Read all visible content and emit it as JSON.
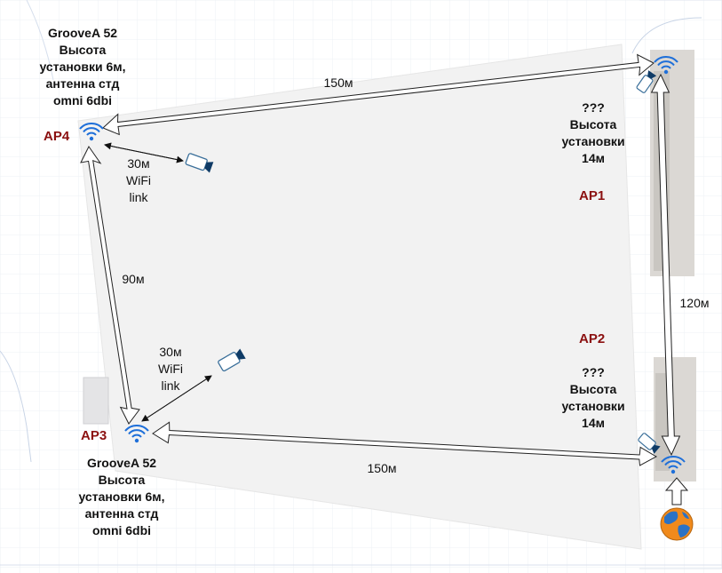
{
  "labels": {
    "ap1": "AP1",
    "ap2": "AP2",
    "ap3": "AP3",
    "ap4": "AP4",
    "ap4_spec_l1": "GrooveA 52",
    "ap4_spec_l2": "Высота",
    "ap4_spec_l3": "установки 6м,",
    "ap4_spec_l4": "антенна стд",
    "ap4_spec_l5": "omni 6dbi",
    "ap3_spec_l1": "GrooveA 52",
    "ap3_spec_l2": "Высота",
    "ap3_spec_l3": "установки 6м,",
    "ap3_spec_l4": "антенна стд",
    "ap3_spec_l5": "omni 6dbi",
    "ap1_spec_l1": "???",
    "ap1_spec_l2": "Высота",
    "ap1_spec_l3": "установки",
    "ap1_spec_l4": "14м",
    "ap2_spec_l1": "???",
    "ap2_spec_l2": "Высота",
    "ap2_spec_l3": "установки",
    "ap2_spec_l4": "14м",
    "dist_top": "150м",
    "dist_bottom": "150м",
    "dist_left": "90м",
    "dist_right": "120м",
    "wifi1_l1": "30м",
    "wifi1_l2": "WiFi",
    "wifi1_l3": "link",
    "wifi2_l1": "30м",
    "wifi2_l2": "WiFi",
    "wifi2_l3": "link"
  },
  "colors": {
    "ap_label": "#8b1010",
    "wifi_icon": "#1e6fd9",
    "camera_outline": "#3a6f9a",
    "camera_lens": "#0f3b66",
    "area_fill": "#f2f2f2",
    "building": "#d9d6d2",
    "map_lines": "#c8d4e6"
  },
  "icons": [
    "wifi-icon",
    "camera-icon",
    "globe-icon",
    "device-icon"
  ]
}
